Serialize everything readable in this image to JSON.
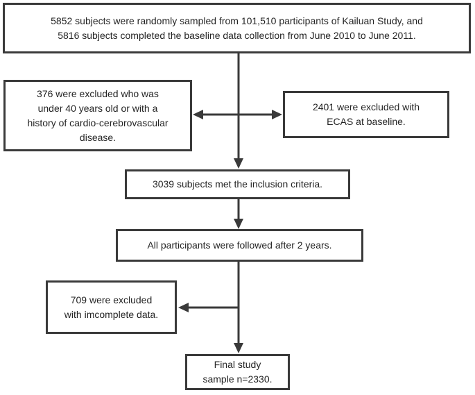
{
  "colors": {
    "line": "#3a3a3a",
    "box_border": "#3a3a3a",
    "text": "#242424",
    "background": "#ffffff"
  },
  "nodes": {
    "baseline": {
      "text": "5852 subjects were randomly sampled from 101,510 participants of Kailuan Study, and\n5816 subjects completed the baseline data collection from June 2010 to June 2011."
    },
    "excluded_age": {
      "text": "376 were excluded who was\nunder 40 years old or with a\nhistory of cardio-cerebrovascular\ndisease."
    },
    "excluded_ecas": {
      "text": "2401 were excluded with\nECAS at baseline."
    },
    "inclusion": {
      "text": "3039 subjects met the inclusion criteria."
    },
    "followup": {
      "text": "All participants were followed after 2 years."
    },
    "excluded_incomplete": {
      "text": "709 were excluded\nwith imcomplete data."
    },
    "final_sample": {
      "text": "Final study\nsample n=2330."
    }
  }
}
